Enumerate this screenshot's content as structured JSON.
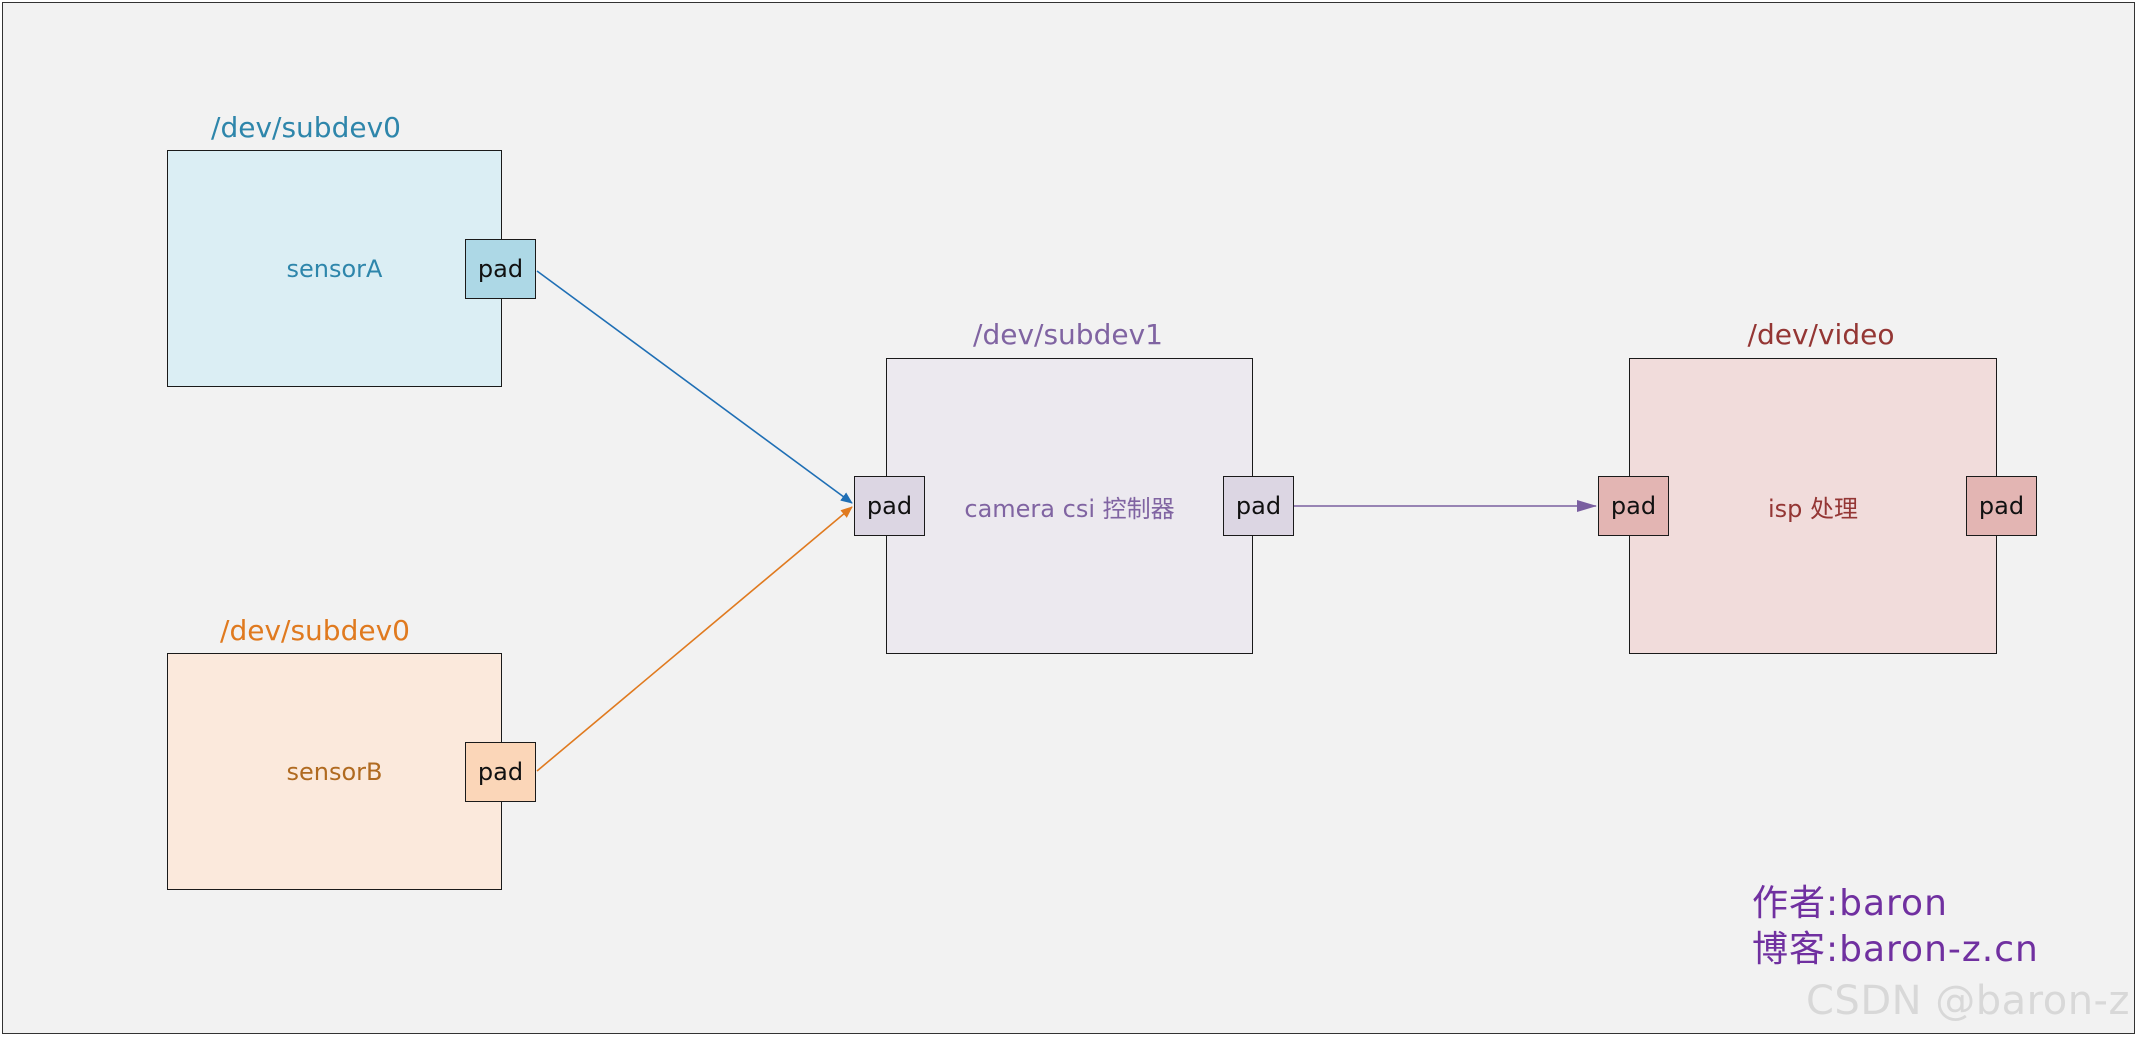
{
  "nodes": {
    "sensor_a": {
      "title": "/dev/subdev0",
      "label": "sensorA",
      "pad": "pad",
      "title_color": "#2e86ab",
      "label_color": "#2e86ab",
      "fill": "#dbeef4",
      "pad_fill": "#add8e6"
    },
    "sensor_b": {
      "title": "/dev/subdev0",
      "label": "sensorB",
      "pad": "pad",
      "title_color": "#e07a1f",
      "label_color": "#b06a20",
      "fill": "#fbe9dc",
      "pad_fill": "#fbd6b8"
    },
    "csi": {
      "title": "/dev/subdev1",
      "label": "camera csi 控制器",
      "pad_in": "pad",
      "pad_out": "pad",
      "title_color": "#8064a2",
      "label_color": "#8064a2",
      "fill": "#ece9ef",
      "pad_fill": "#dcd6e3"
    },
    "isp": {
      "title": "/dev/video",
      "label": "isp 处理",
      "pad_in": "pad",
      "pad_out": "pad",
      "title_color": "#943634",
      "label_color": "#943634",
      "fill": "#f1dcdb",
      "pad_fill": "#e3b5b3"
    }
  },
  "links": [
    {
      "from": "sensor_a",
      "to": "csi",
      "color": "#1f6fb5"
    },
    {
      "from": "sensor_b",
      "to": "csi",
      "color": "#e07a1f"
    },
    {
      "from": "csi",
      "to": "isp",
      "color": "#7a5fa0"
    }
  ],
  "credit": {
    "author": "作者:baron",
    "blog": "博客:baron-z.cn"
  },
  "watermark": "CSDN @baron-z"
}
